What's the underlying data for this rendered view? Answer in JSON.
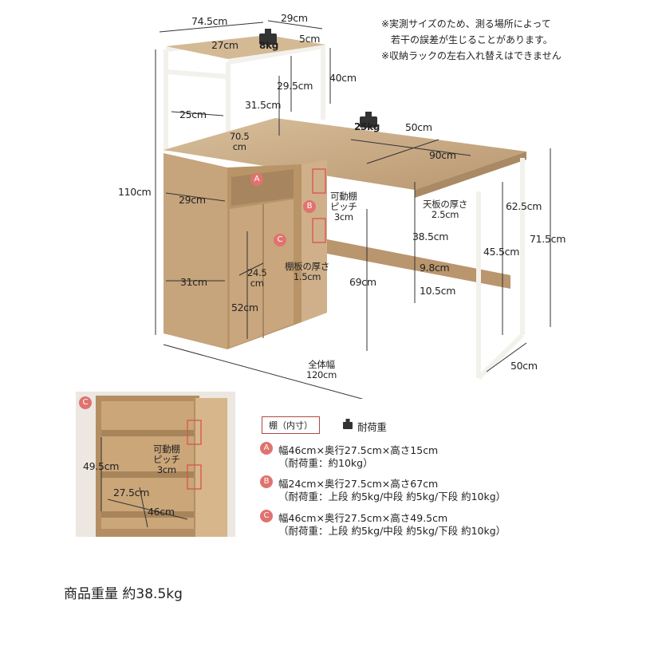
{
  "notes": [
    "※実測サイズのため、測る場所によって",
    "　若干の誤差が生じることがあります。",
    "※収納ラックの左右入れ替えはできません"
  ],
  "dimensions": {
    "d74_5": "74.5cm",
    "d29": "29cm",
    "d27": "27cm",
    "w8": "8kg",
    "d5": "5cm",
    "d40": "40cm",
    "d29_5": "29.5cm",
    "d31_5": "31.5cm",
    "d25": "25cm",
    "w25": "25kg",
    "d50_top": "50cm",
    "d70_5a": "70.5",
    "d70_5b": "cm",
    "d90": "90cm",
    "d110": "110cm",
    "d29b": "29cm",
    "pitch1": "可動棚",
    "pitch2": "ピッチ",
    "pitch3": "3cm",
    "topthick1": "天板の厚さ",
    "topthick2": "2.5cm",
    "d62_5": "62.5cm",
    "d38_5": "38.5cm",
    "d71_5": "71.5cm",
    "d45_5": "45.5cm",
    "shelfthick1": "棚板の厚さ",
    "shelfthick2": "1.5cm",
    "d9_8": "9.8cm",
    "d31": "31cm",
    "d24_5a": "24.5",
    "d24_5b": "cm",
    "d69": "69cm",
    "d10_5": "10.5cm",
    "d52": "52cm",
    "total1": "全体幅",
    "total2": "120cm",
    "d50_bot": "50cm"
  },
  "inset": {
    "d49_5": "49.5cm",
    "pitch1": "可動棚",
    "pitch2": "ピッチ",
    "pitch3": "3cm",
    "d27_5": "27.5cm",
    "d46": "46cm"
  },
  "legend": {
    "shelf_label": "棚（内寸）",
    "load_label": "耐荷重"
  },
  "shelves": [
    {
      "badge": "A",
      "line1": "幅46cm×奥行27.5cm×高さ15cm",
      "line2": "（耐荷重：約10kg）"
    },
    {
      "badge": "B",
      "line1": "幅24cm×奥行27.5cm×高さ67cm",
      "line2": "（耐荷重：上段 約5kg/中段 約5kg/下段 約10kg）"
    },
    {
      "badge": "C",
      "line1": "幅46cm×奥行27.5cm×高さ49.5cm",
      "line2": "（耐荷重：上段 約5kg/中段 約5kg/下段 約10kg）"
    }
  ],
  "weight_text": "商品重量 約38.5kg",
  "colors": {
    "wood": "#c9ab86",
    "wood_dark": "#a98a65",
    "frame": "#f4f2ee",
    "accent": "#e0736f"
  }
}
